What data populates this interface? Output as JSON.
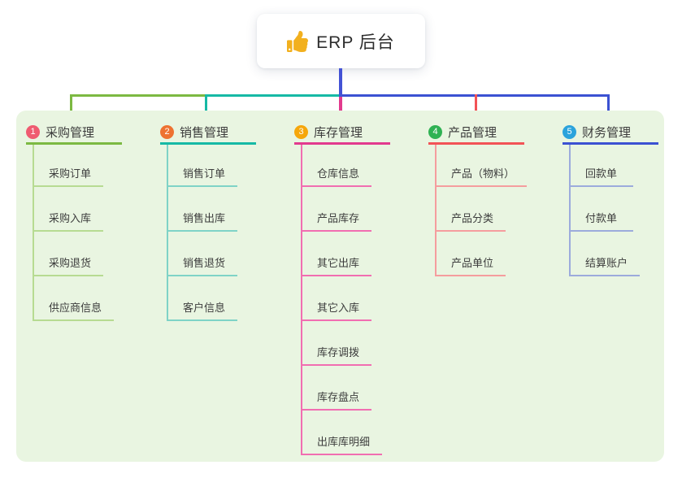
{
  "root": {
    "title": "ERP 后台",
    "icon": "thumbs-up-icon",
    "icon_color": "#f2b01e"
  },
  "connectors": {
    "trunk_color": "#4352d5"
  },
  "panel_color": "#e9f5e1",
  "branches": [
    {
      "num": "1",
      "title": "采购管理",
      "badge_color": "#ef5b70",
      "color": "#7cb942",
      "sub_color": "#b7db92",
      "items": [
        "采购订单",
        "采购入库",
        "采购退货",
        "供应商信息"
      ]
    },
    {
      "num": "2",
      "title": "销售管理",
      "badge_color": "#ee7231",
      "color": "#16b9a5",
      "sub_color": "#7fd3c7",
      "items": [
        "销售订单",
        "销售出库",
        "销售退货",
        "客户信息"
      ]
    },
    {
      "num": "3",
      "title": "库存管理",
      "badge_color": "#f6a70b",
      "color": "#e23a8e",
      "sub_color": "#f16eb1",
      "items": [
        "仓库信息",
        "产品库存",
        "其它出库",
        "其它入库",
        "库存调拨",
        "库存盘点",
        "出库库明细"
      ]
    },
    {
      "num": "4",
      "title": "产品管理",
      "badge_color": "#2fb253",
      "color": "#f25356",
      "sub_color": "#f59d9e",
      "items": [
        "产品（物料）",
        "产品分类",
        "产品单位"
      ]
    },
    {
      "num": "5",
      "title": "财务管理",
      "badge_color": "#2ba3dc",
      "color": "#3b51d2",
      "sub_color": "#9cabdc",
      "items": [
        "回款单",
        "付款单",
        "结算账户"
      ]
    }
  ]
}
